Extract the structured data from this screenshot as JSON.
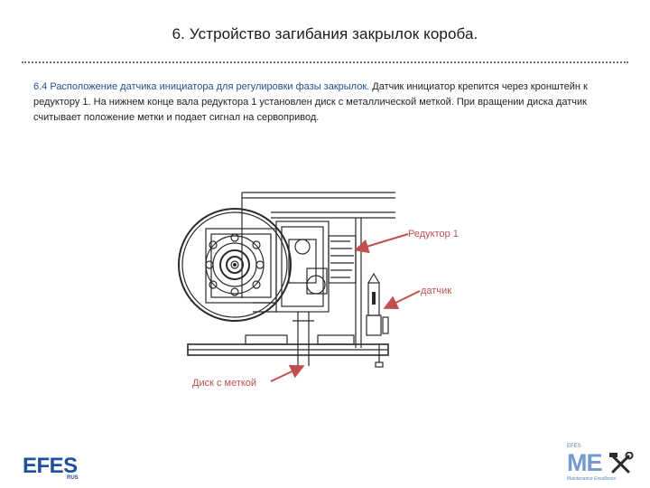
{
  "slide": {
    "title": "6. Устройство загибания закрылок короба.",
    "paragraph_lead": "6.4 Расположение датчика инициатора для регулировки фазы закрылок.",
    "paragraph_rest": " Датчик инициатор крепится через кронштейн к редуктору 1. На нижнем конце вала редуктора 1 установлен диск с металлической меткой. При вращении диска датчик считывает положение метки и подает сигнал на сервопривод."
  },
  "figure": {
    "label_reducer": "Редуктор 1",
    "label_sensor": "датчик",
    "label_disk": "Диск с меткой"
  },
  "footer": {
    "logo_left": "EFES",
    "logo_left_sub": "RUS",
    "logo_right_top": "EFES",
    "logo_right": "ME",
    "logo_right_sub": "Maintenance Excellence"
  },
  "colors": {
    "label": "#c0504d",
    "lead_text": "#1f4f8f",
    "logo_left": "#1e4f9c",
    "logo_right": "#7399cf"
  }
}
